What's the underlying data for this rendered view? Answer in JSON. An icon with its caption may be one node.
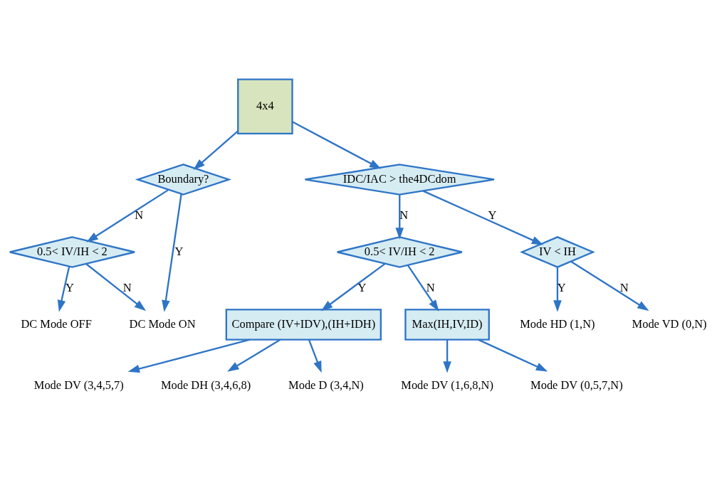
{
  "diagram": {
    "nodes": [
      {
        "text": [
          "4x4"
        ]
      },
      {
        "text": [
          "Boundary?"
        ]
      },
      {
        "text": [
          "0.5< IV/IH < 2"
        ]
      },
      {
        "text": [
          "DC Mode ON"
        ]
      },
      {
        "text": [
          "DC Mode OFF"
        ]
      },
      {
        "text": [
          "IDC/IAC > the4DCdom"
        ]
      },
      {
        "text": [
          "0.5< IV/IH < 2"
        ]
      },
      {
        "text": [
          "IV < IH"
        ]
      },
      {
        "text": [
          "Max(IH,IV,ID)"
        ]
      },
      {
        "text": [
          "Mode DV (0,5,7,N)"
        ]
      },
      {
        "text": [
          "Mode DV (1,6,8,N)"
        ]
      },
      {
        "text": [
          "Compare (IV+IDV),(IH+IDH)"
        ]
      },
      {
        "text": [
          "Mode VD (0,N)"
        ]
      },
      {
        "text": [
          "Mode HD (1,N)"
        ]
      },
      {
        "text": [
          "Mode DV (3,4,5,7)"
        ]
      },
      {
        "text": [
          "Mode DH (3,4,6,8)"
        ]
      },
      {
        "text": [
          "Mode D (3,4,N)"
        ]
      }
    ],
    "edges": [
      {
        "from": 0,
        "to": 1,
        "arrow": "to"
      },
      {
        "from": 0,
        "to": 5,
        "arrow": "to"
      },
      {
        "from": 1,
        "to": 3,
        "arrow": "to",
        "label": "Y"
      },
      {
        "from": 1,
        "to": 2,
        "arrow": "to",
        "label": "N"
      },
      {
        "from": 2,
        "to": 3,
        "arrow": "to",
        "label": "N"
      },
      {
        "from": 2,
        "to": 4,
        "arrow": "to",
        "label": "Y"
      },
      {
        "from": 5,
        "to": 6,
        "arrow": "to",
        "label": "N"
      },
      {
        "from": 5,
        "to": 7,
        "arrow": "to",
        "label": "Y"
      },
      {
        "from": 6,
        "to": 8,
        "arrow": "to",
        "label": "N"
      },
      {
        "from": 6,
        "to": 11,
        "arrow": "to",
        "label": "Y"
      },
      {
        "from": 8,
        "to": 9,
        "arrow": "to"
      },
      {
        "from": 8,
        "to": 10,
        "arrow": "to"
      },
      {
        "from": 7,
        "to": 12,
        "arrow": "to",
        "label": "N"
      },
      {
        "from": 7,
        "to": 13,
        "arrow": "to",
        "label": "Y"
      },
      {
        "from": 11,
        "to": 14,
        "arrow": "to"
      },
      {
        "from": 11,
        "to": 15,
        "arrow": "to"
      },
      {
        "from": 11,
        "to": 16,
        "arrow": "to"
      }
    ]
  }
}
